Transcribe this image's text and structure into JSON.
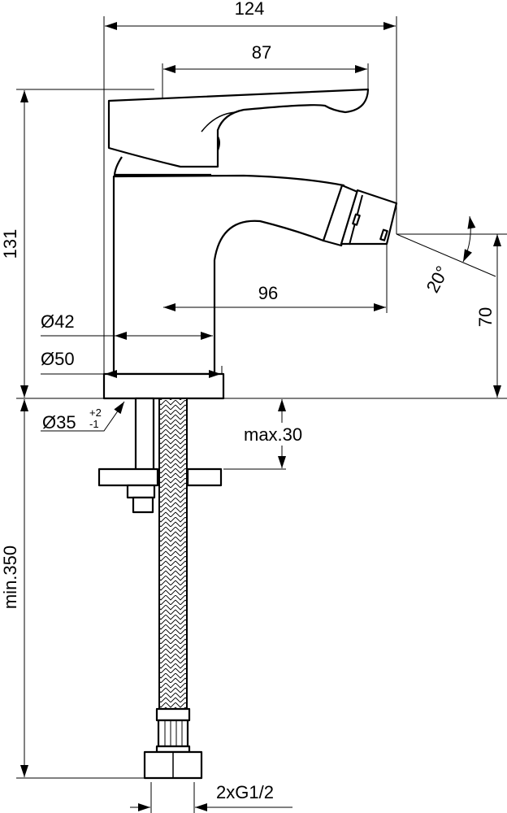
{
  "drawing": {
    "dimensions": {
      "overall_width": "124",
      "handle_length": "87",
      "spout_reach": "96",
      "body_diameter": "Ø42",
      "base_diameter": "Ø50",
      "overall_height": "131",
      "spout_height": "70",
      "spout_angle": "20°",
      "hole_diameter": "Ø35",
      "hole_tol_upper": "+2",
      "hole_tol_lower": "-1",
      "deck_thickness": "max.30",
      "hose_length": "min.350",
      "connection": "2xG1/2"
    }
  }
}
